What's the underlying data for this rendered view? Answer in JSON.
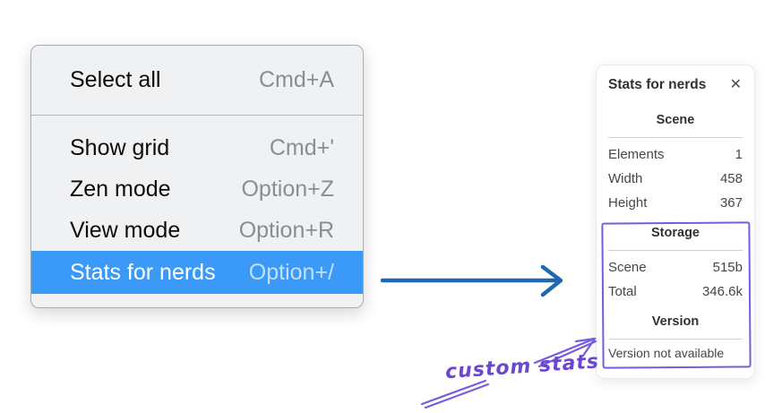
{
  "menu": {
    "items": [
      {
        "label": "Select all",
        "shortcut": "Cmd+A",
        "highlighted": false
      },
      {
        "label": "Show grid",
        "shortcut": "Cmd+'",
        "highlighted": false
      },
      {
        "label": "Zen mode",
        "shortcut": "Option+Z",
        "highlighted": false
      },
      {
        "label": "View mode",
        "shortcut": "Option+R",
        "highlighted": false
      },
      {
        "label": "Stats for nerds",
        "shortcut": "Option+/",
        "highlighted": true
      }
    ]
  },
  "panel": {
    "title": "Stats for nerds",
    "close_icon": "✕",
    "sections": [
      {
        "heading": "Scene",
        "rows": [
          {
            "label": "Elements",
            "value": "1"
          },
          {
            "label": "Width",
            "value": "458"
          },
          {
            "label": "Height",
            "value": "367"
          }
        ]
      },
      {
        "heading": "Storage",
        "rows": [
          {
            "label": "Scene",
            "value": "515b"
          },
          {
            "label": "Total",
            "value": "346.6k"
          }
        ]
      },
      {
        "heading": "Version",
        "text": "Version not available"
      }
    ]
  },
  "annotation": {
    "label": "custom stats"
  },
  "colors": {
    "menu_highlight": "#3b99f7",
    "arrow_blue": "#1f67ae",
    "annotation_purple": "#7a5bdc"
  }
}
